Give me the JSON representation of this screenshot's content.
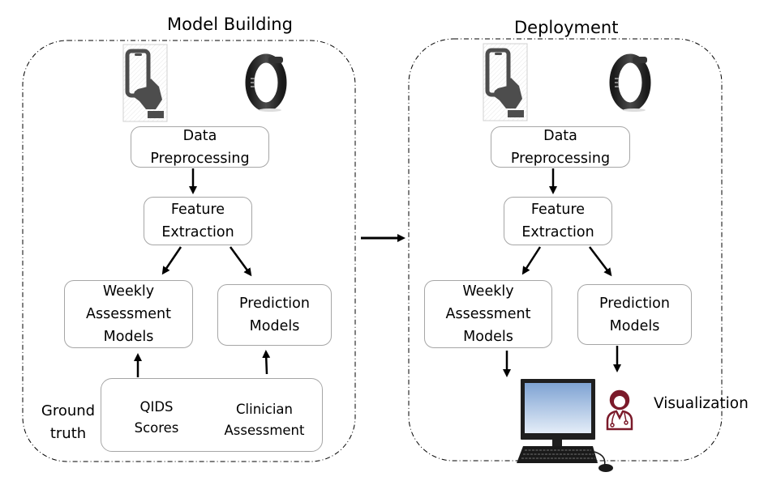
{
  "sections": {
    "model_building": {
      "title": "Model Building",
      "nodes": {
        "data_preprocessing": [
          "Data",
          "Preprocessing"
        ],
        "feature_extraction": [
          "Feature",
          "Extraction"
        ],
        "weekly_assessment_models": [
          "Weekly",
          "Assessment",
          "Models"
        ],
        "prediction_models": [
          "Prediction",
          "Models"
        ]
      },
      "ground_truth": {
        "label": [
          "Ground",
          "truth"
        ],
        "documents": [
          {
            "lines": [
              "QIDS",
              "Scores"
            ]
          },
          {
            "lines": [
              "Clinician",
              "Assessment"
            ]
          }
        ]
      },
      "devices": [
        "smartphone-icon",
        "fitness-band-icon"
      ]
    },
    "deployment": {
      "title": "Deployment",
      "nodes": {
        "data_preprocessing": [
          "Data",
          "Preprocessing"
        ],
        "feature_extraction": [
          "Feature",
          "Extraction"
        ],
        "weekly_assessment_models": [
          "Weekly",
          "Assessment",
          "Models"
        ],
        "prediction_models": [
          "Prediction",
          "Models"
        ]
      },
      "output": {
        "label": "Visualization",
        "icons": [
          "desktop-computer-icon",
          "clinician-icon"
        ]
      },
      "devices": [
        "smartphone-icon",
        "fitness-band-icon"
      ]
    }
  },
  "colors": {
    "node_border": "#a6a6a6",
    "doc_border": "#2f4f8f",
    "clinician_icon": "#7b1a2a",
    "screen_top": "#7fa3d3",
    "screen_bottom": "#dfe9f6",
    "device_dark": "#4d4d4d"
  }
}
